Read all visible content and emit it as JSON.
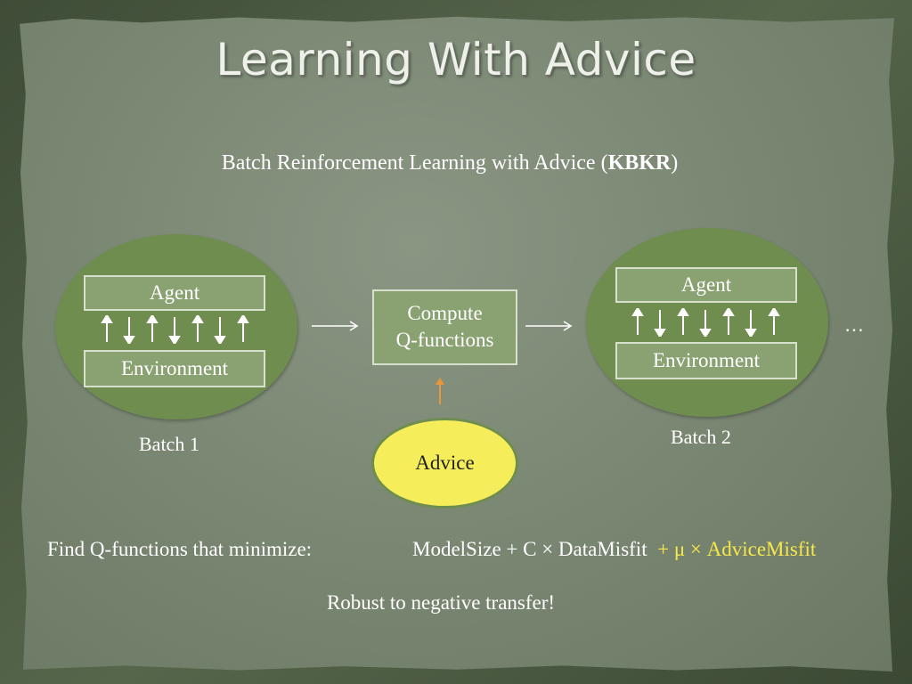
{
  "title": "Learning With Advice",
  "subtitle": {
    "prefix": "Batch Reinforcement Learning  with  Advice (",
    "bold": "KBKR",
    "suffix": ")"
  },
  "batch1": {
    "agent_label": "Agent",
    "environment_label": "Environment",
    "caption": "Batch  1"
  },
  "compute": {
    "line1": "Compute",
    "line2": "Q-functions"
  },
  "batch2": {
    "agent_label": "Agent",
    "environment_label": "Environment",
    "caption": "Batch 2"
  },
  "ellipsis": "…",
  "advice_label": "Advice",
  "objective": {
    "prefix": "Find Q-functions that minimize:",
    "formula_main": "ModelSize + C × DataMisfit",
    "formula_advice": "+ μ × AdviceMisfit"
  },
  "robust_note": "Robust to negative transfer!",
  "colors": {
    "ellipse": "#6f8d4e",
    "box": "#8aa272",
    "advice": "#f5ee5a",
    "highlight": "#f7e84a",
    "advice_arrow": "#e8963a"
  }
}
